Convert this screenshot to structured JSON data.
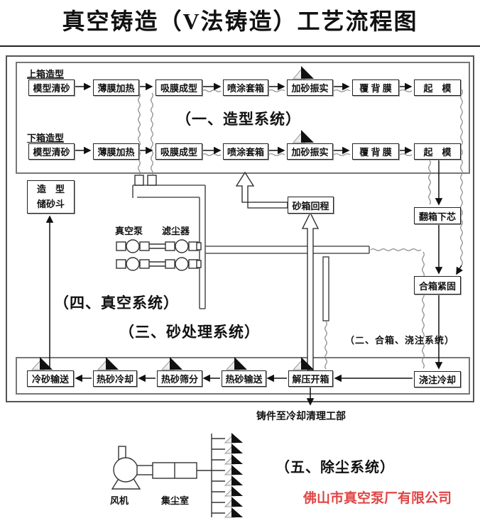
{
  "title": "真空铸造（V法铸造）工艺流程图",
  "company": "佛山市真空泵厂有限公司",
  "sections": {
    "one": "（一、造型系统）",
    "two": "（二、合箱、浇注系统）",
    "three": "（三、砂处理系统）",
    "four": "（四、真空系统）",
    "five": "（五、除尘系统）"
  },
  "molding": {
    "top_label": "上箱造型",
    "bottom_label": "下箱造型",
    "steps": [
      "模型清砂",
      "薄膜加热",
      "吸膜成型",
      "喷涂套箱",
      "加砂振实",
      "覆 背 膜",
      "起　模"
    ]
  },
  "assembly_chain": [
    "翻箱下芯",
    "合箱紧固",
    "浇注冷却"
  ],
  "sand_chain": [
    "冷砂输送",
    "热砂冷却",
    "热砂筛分",
    "热砂输送",
    "解压开箱"
  ],
  "hopper": {
    "line1": "造　型",
    "line2": "储砂斗"
  },
  "sand_return": "砂箱回程",
  "vacuum": {
    "pump_label": "真空泵",
    "filter_label": "滤尘器"
  },
  "dust": {
    "fan_label": "风机",
    "chamber_label": "集尘室"
  },
  "castings_note": "铸件至冷却清理工部",
  "colors": {
    "company_text": "#e04646",
    "line": "#333333"
  }
}
